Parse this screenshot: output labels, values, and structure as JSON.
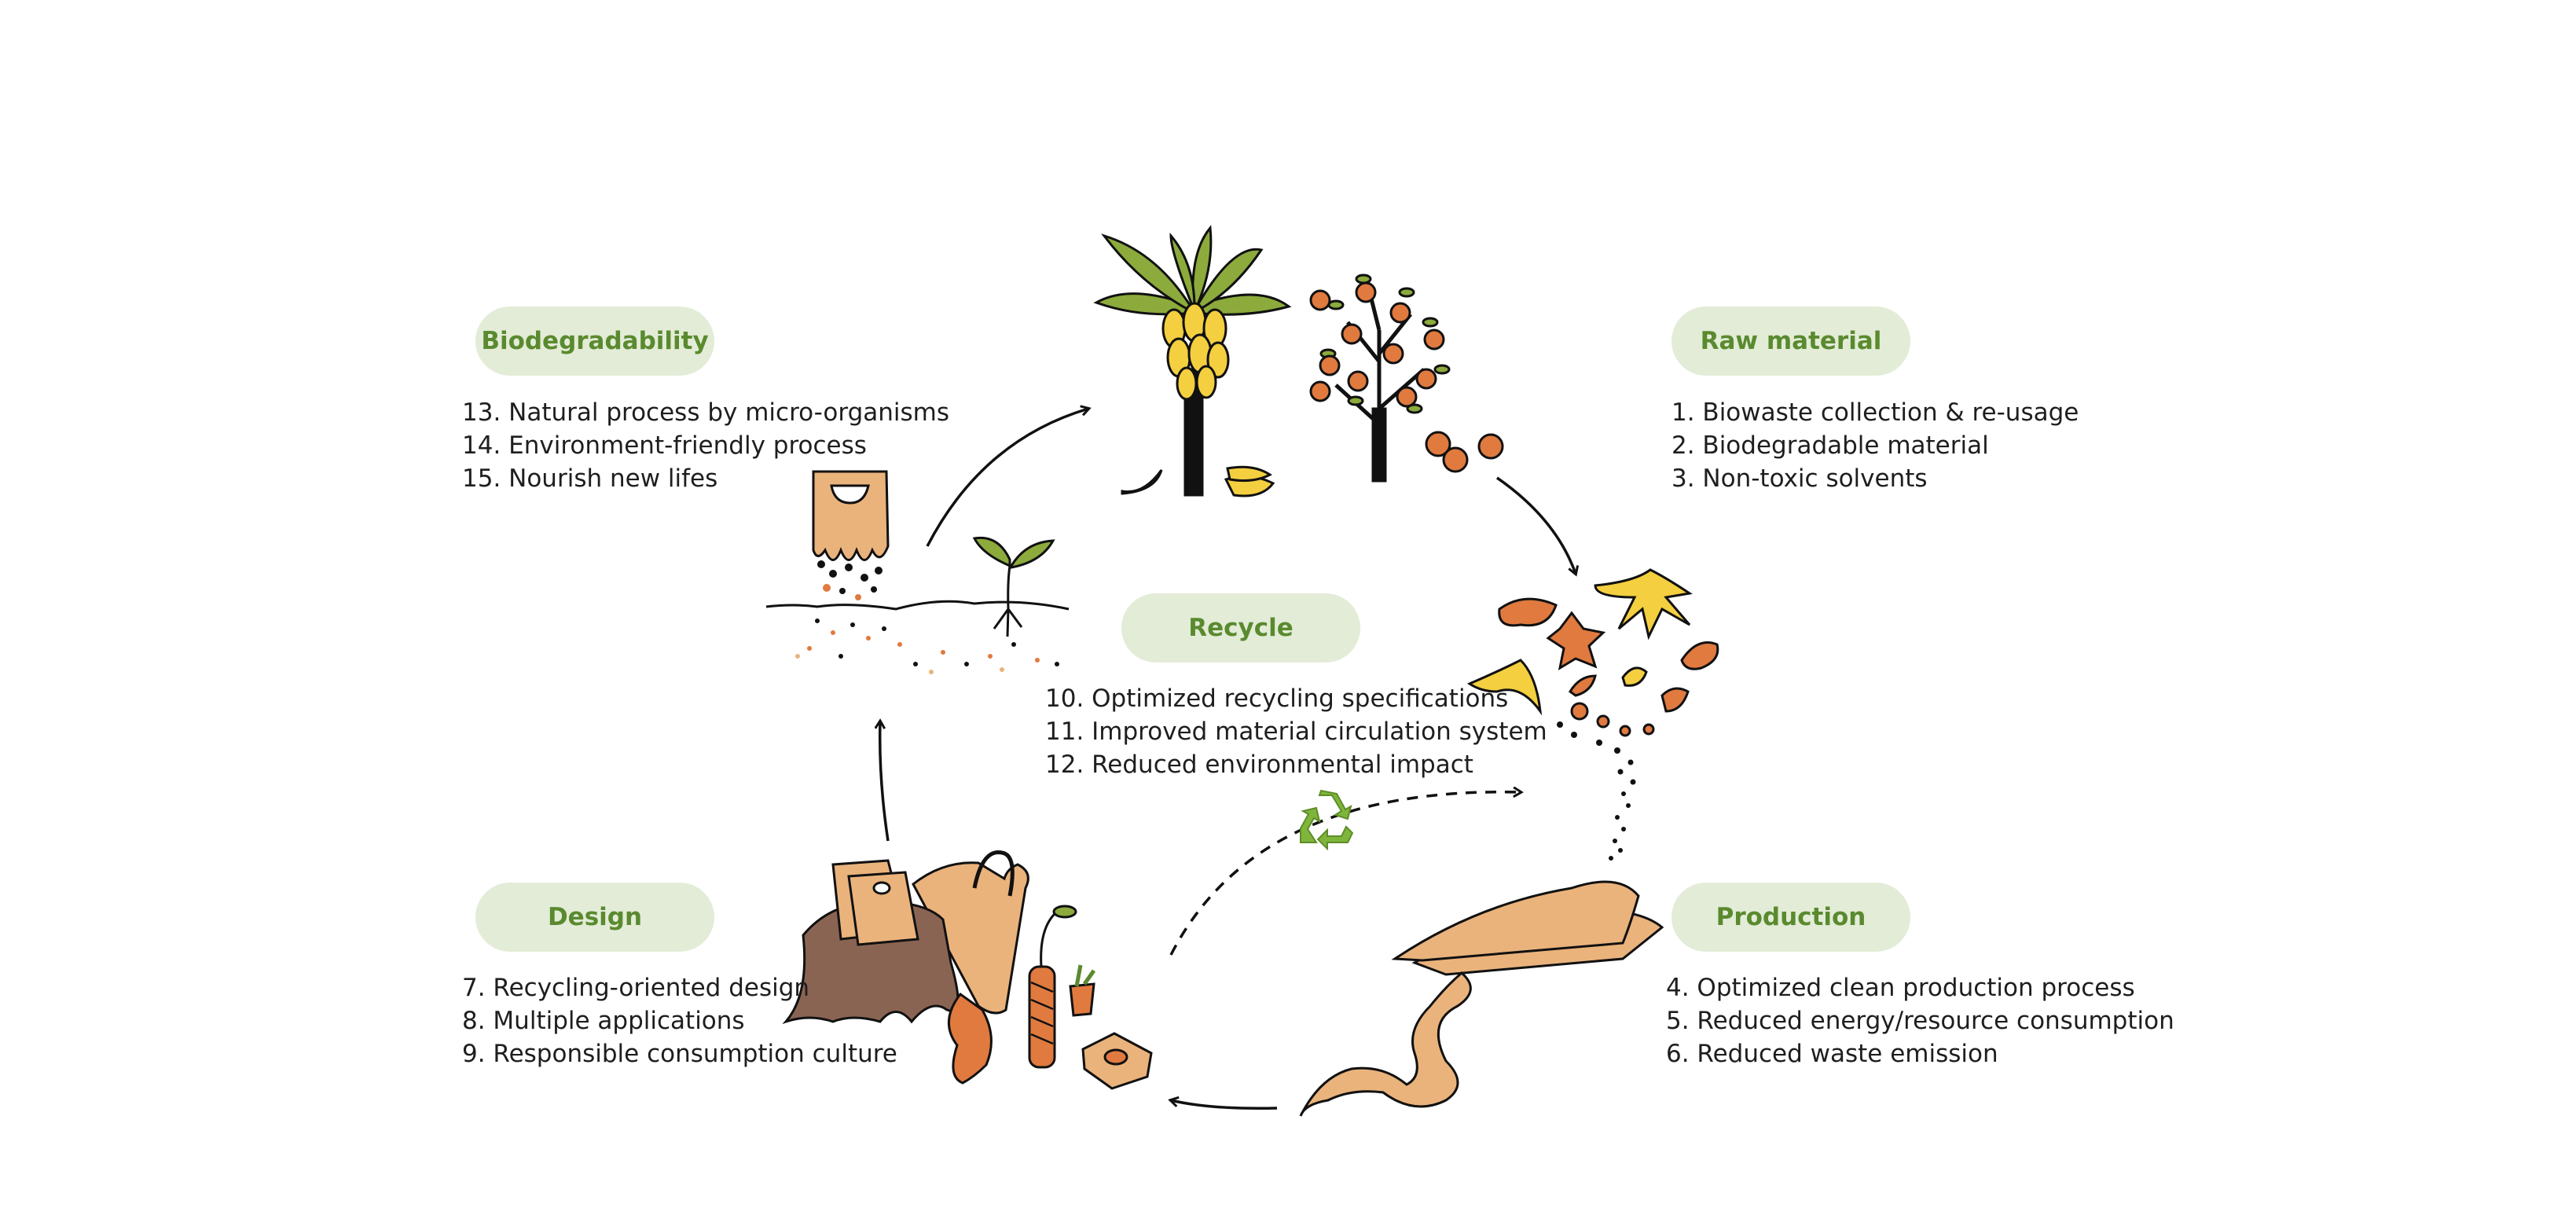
{
  "stages": {
    "raw_material": {
      "label": "Raw material",
      "items": [
        "1. Biowaste collection & re-usage",
        "2. Biodegradable material",
        "3. Non-toxic solvents"
      ]
    },
    "production": {
      "label": "Production",
      "items": [
        "4. Optimized clean production process",
        "5. Reduced energy/resource consumption",
        "6. Reduced waste emission"
      ]
    },
    "design": {
      "label": "Design",
      "items": [
        "7. Recycling-oriented design",
        "8. Multiple applications",
        "9. Responsible consumption culture"
      ]
    },
    "recycle": {
      "label": "Recycle",
      "items": [
        "10. Optimized recycling specifications",
        "11. Improved material circulation system",
        "12. Reduced environmental impact"
      ]
    },
    "biodegradability": {
      "label": "Biodegradability",
      "items": [
        "13. Natural process by micro-organisms",
        "14. Environment-friendly process",
        "15. Nourish new lifes"
      ]
    }
  },
  "colors": {
    "pill_bg": "#e3ecd7",
    "pill_text": "#5a8a2f",
    "leaf_green": "#8cab3c",
    "banana_yellow": "#f4cf3f",
    "orange": "#e07a3f",
    "kraft": "#eab37c",
    "stump": "#8a6453",
    "recycle_green": "#7fb53b"
  },
  "icons": [
    "banana-tree-icon",
    "orange-tree-icon",
    "fruit-peels-icon",
    "material-sheet-icon",
    "products-icon",
    "compost-soil-icon",
    "sprout-icon",
    "recycle-icon"
  ]
}
